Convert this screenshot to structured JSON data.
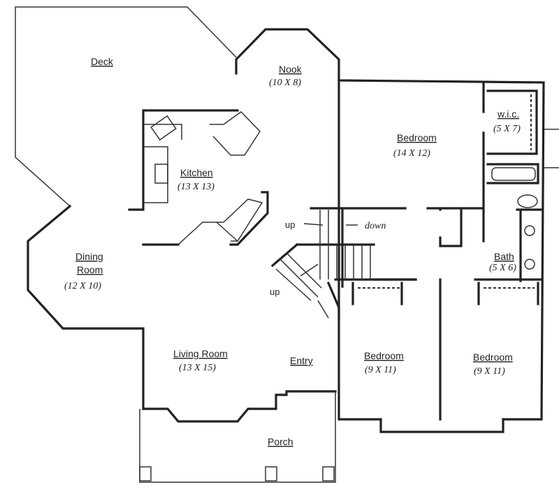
{
  "rooms": {
    "deck": {
      "name": "Deck"
    },
    "nook": {
      "name": "Nook",
      "size": "(10 X 8)"
    },
    "kitchen": {
      "name": "Kitchen",
      "size": "(13 X 13)"
    },
    "dining": {
      "name_line1": "Dining",
      "name_line2": "Room",
      "size": "(12 X 10)"
    },
    "living": {
      "name": "Living Room",
      "size": "(13 X 15)"
    },
    "entry": {
      "name": "Entry"
    },
    "porch": {
      "name": "Porch"
    },
    "master_bedroom": {
      "name": "Bedroom",
      "size": "(14 X 12)"
    },
    "wic": {
      "name": "w.i.c.",
      "size": "(5 X 7)"
    },
    "bath": {
      "name": "Bath",
      "size": "(5 X 6)"
    },
    "bedroom_2": {
      "name": "Bedroom",
      "size": "(9 X 11)"
    },
    "bedroom_3": {
      "name": "Bedroom",
      "size": "(9 X 11)"
    }
  },
  "stairs": {
    "up_upper": "up",
    "down": "down",
    "up_lower": "up"
  }
}
